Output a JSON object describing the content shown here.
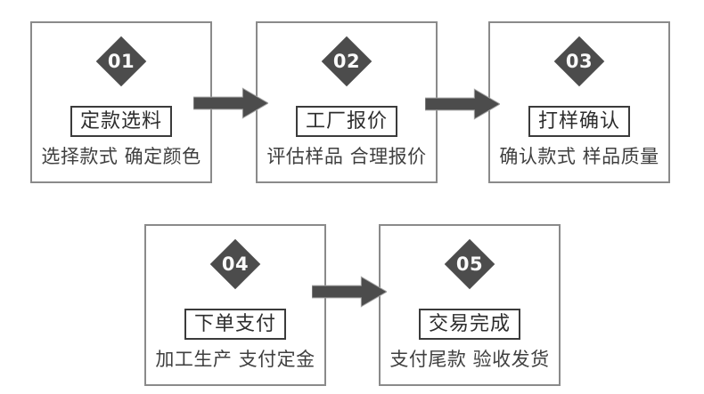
{
  "steps": [
    {
      "number": "01",
      "title": "定款选料",
      "description": "选择款式 确定颜色"
    },
    {
      "number": "02",
      "title": "工厂报价",
      "description": "评估样品 合理报价"
    },
    {
      "number": "03",
      "title": "打样确认",
      "description": "确认款式 样品质量"
    },
    {
      "number": "04",
      "title": "下单支付",
      "description": "加工生产 支付定金"
    },
    {
      "number": "05",
      "title": "交易完成",
      "description": "支付尾款 验收发货"
    }
  ],
  "arrows": [
    {
      "icon": "right-arrow-icon",
      "from": "01",
      "to": "02"
    },
    {
      "icon": "right-arrow-icon",
      "from": "02",
      "to": "03"
    },
    {
      "icon": "right-arrow-icon",
      "from": "04",
      "to": "05"
    }
  ],
  "colors": {
    "background": "#ffffff",
    "box_border": "#8a8a8a",
    "title_border": "#3b3b3b",
    "badge_fill": "#4c4c4c",
    "arrow_fill": "#4c4c4c",
    "number_text": "#fafafa",
    "title_text": "#2d2d2d",
    "description_text": "#3f3f3f"
  }
}
